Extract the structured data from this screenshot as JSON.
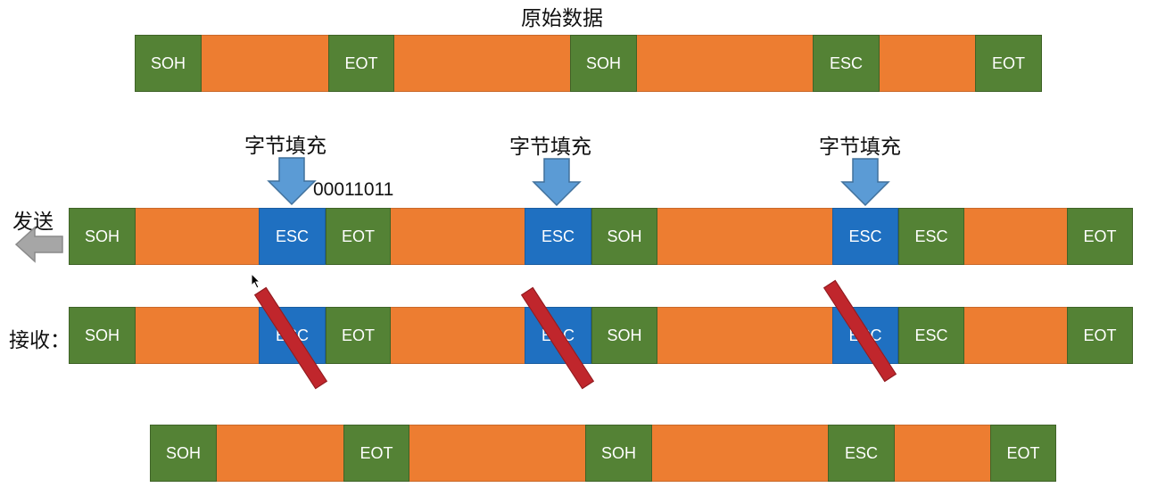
{
  "titles": {
    "original": "原始数据",
    "stuffing": "字节填充",
    "send": "发送",
    "receive": "接收：",
    "esc_bits": "00011011"
  },
  "labels": {
    "soh": "SOH",
    "eot": "EOT",
    "esc": "ESC"
  },
  "colors": {
    "control_block": "#548235",
    "data_block": "#ED7D31",
    "stuffed_esc": "#1F70C1",
    "arrow": "#5B9BD5",
    "send_arrow": "#A6A6A6",
    "strike": "#C0262C"
  },
  "frames": {
    "original": [
      "SOH",
      "data",
      "EOT",
      "data",
      "SOH",
      "data",
      "ESC",
      "data",
      "EOT"
    ],
    "sent": [
      "SOH",
      "data",
      "ESC*",
      "EOT",
      "data",
      "ESC*",
      "SOH",
      "data",
      "ESC*",
      "ESC",
      "data",
      "EOT"
    ],
    "received": [
      "SOH",
      "data",
      "ESC*",
      "EOT",
      "data",
      "ESC*",
      "SOH",
      "data",
      "ESC*",
      "ESC",
      "data",
      "EOT"
    ],
    "restored": [
      "SOH",
      "data",
      "EOT",
      "data",
      "SOH",
      "data",
      "ESC",
      "data",
      "EOT"
    ]
  },
  "icons": [
    "down-arrow-icon",
    "left-arrow-icon",
    "strike-icon",
    "cursor-icon"
  ]
}
